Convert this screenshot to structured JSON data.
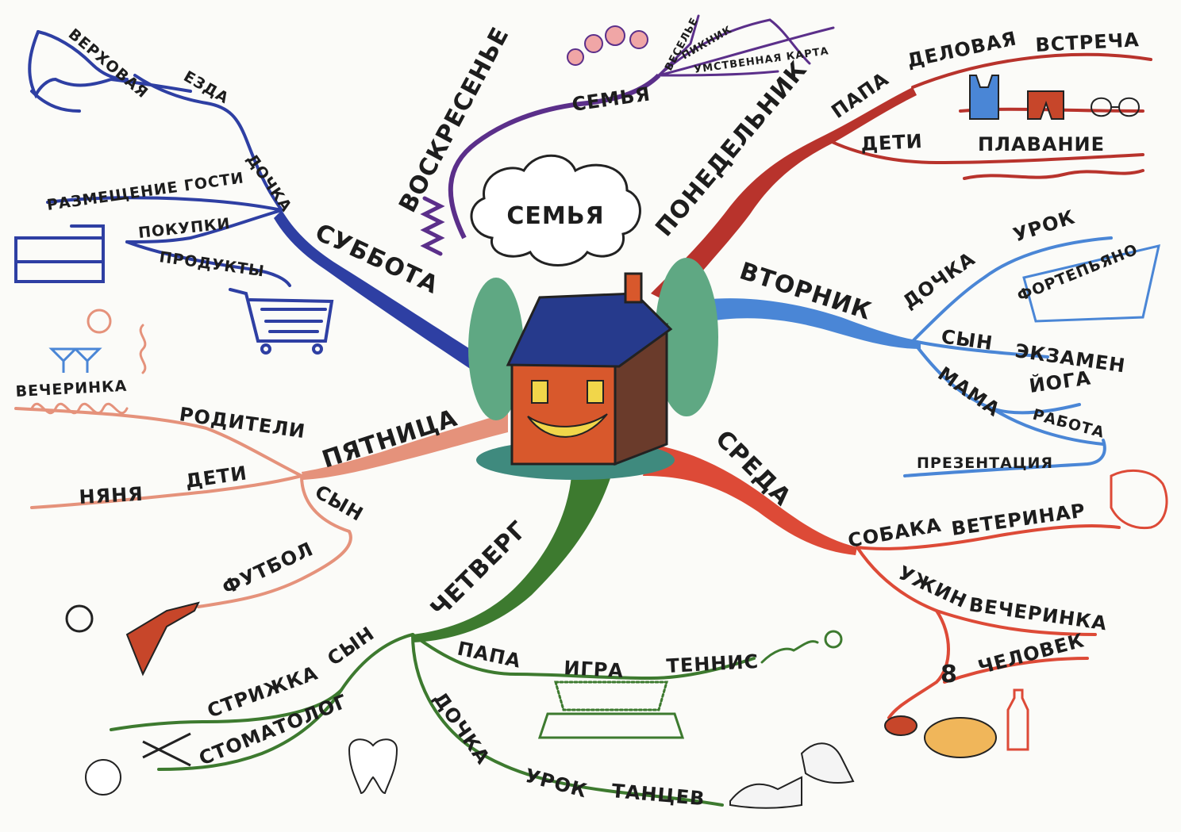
{
  "center": {
    "label": "СЕМЬЯ"
  },
  "colors": {
    "monday": "#b8332c",
    "tuesday": "#4a86d6",
    "wednesday": "#dd4a37",
    "thursday": "#3d7a2f",
    "friday": "#e5927b",
    "saturday": "#2e3fa3",
    "sunday": "#5b2f8a"
  },
  "branches": {
    "monday": {
      "label": "ПОНЕДЕЛЬНИК",
      "papa": "ПАПА",
      "business": "ДЕЛОВАЯ",
      "meeting": "ВСТРЕЧА",
      "children": "ДЕТИ",
      "swimming": "ПЛАВАНИЕ"
    },
    "tuesday": {
      "label": "ВТОРНИК",
      "daughter": "ДОЧКА",
      "lesson": "УРОК",
      "piano": "ФОРТЕПЬЯНО",
      "son": "СЫН",
      "exam": "ЭКЗАМЕН",
      "mama": "МАМА",
      "yoga": "ЙОГА",
      "work": "РАБОТА",
      "presentation": "ПРЕЗЕНТАЦИЯ"
    },
    "wednesday": {
      "label": "СРЕДА",
      "dog": "СОБАКА",
      "vet": "ВЕТЕРИНАР",
      "dinner": "УЖИН",
      "party": "ВЕЧЕРИНКА",
      "eight": "8",
      "people": "ЧЕЛОВЕК"
    },
    "thursday": {
      "label": "ЧЕТВЕРГ",
      "son": "СЫН",
      "haircut": "СТРИЖКА",
      "dentist": "СТОМАТОЛОГ",
      "papa": "ПАПА",
      "game": "ИГРА",
      "tennis": "ТЕННИС",
      "daughter": "ДОЧКА",
      "lesson": "УРОК",
      "dances": "ТАНЦЕВ"
    },
    "friday": {
      "label": "ПЯТНИЦА",
      "parents": "РОДИТЕЛИ",
      "party": "ВЕЧЕРИНКА",
      "children": "ДЕТИ",
      "nanny": "НЯНЯ",
      "son": "СЫН",
      "football": "ФУТБОЛ"
    },
    "saturday": {
      "label": "СУББОТА",
      "daughter": "ДОЧКА",
      "riding": "ВЕРХОВАЯ",
      "riding2": "ЕЗДА",
      "guests": "РАЗМЕЩЕНИЕ ГОСТИ",
      "shopping": "ПОКУПКИ",
      "groceries": "ПРОДУКТЫ"
    },
    "sunday": {
      "label": "ВОСКРЕСЕНЬЕ",
      "family": "СЕМЬЯ",
      "fun": "ВЕСЕЛЬЕ",
      "picnic": "ПИКНИК",
      "mindmap": "УМСТВЕННАЯ КАРТА"
    }
  }
}
